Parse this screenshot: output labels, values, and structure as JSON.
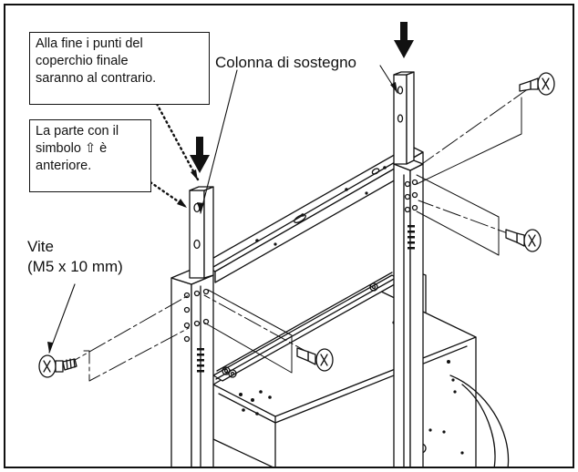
{
  "callouts": {
    "end_cap_note": "Alla fine i punti del\ncoperchio finale\nsaranno al contrario.",
    "front_note": "La parte con il\nsimbolo ⇧ è\nanteriore.",
    "support_column": "Colonna di sostegno",
    "screw": "Vite\n(M5 x 10 mm)"
  },
  "icons": [
    "down-arrow-icon",
    "screw-icon"
  ]
}
